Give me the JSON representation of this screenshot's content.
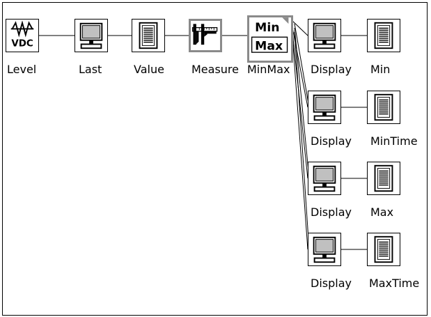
{
  "blocks": {
    "level": {
      "label": "Level",
      "icon": "waveform-vdc-icon",
      "text": "VDC"
    },
    "last": {
      "label": "Last",
      "icon": "monitor-icon"
    },
    "value": {
      "label": "Value",
      "icon": "document-list-icon"
    },
    "measure": {
      "label": "Measure",
      "icon": "caliper-icon"
    },
    "minmax": {
      "label": "MinMax",
      "icon": "minmax-icon",
      "line1": "Min",
      "line2": "Max"
    },
    "display_min": {
      "label": "Display",
      "icon": "monitor-icon"
    },
    "min": {
      "label": "Min",
      "icon": "document-list-icon"
    },
    "display_mintime": {
      "label": "Display",
      "icon": "monitor-icon"
    },
    "mintime": {
      "label": "MinTime",
      "icon": "document-list-icon"
    },
    "display_max": {
      "label": "Display",
      "icon": "monitor-icon"
    },
    "max": {
      "label": "Max",
      "icon": "document-list-icon"
    },
    "display_maxtime": {
      "label": "Display",
      "icon": "monitor-icon"
    },
    "maxtime": {
      "label": "MaxTime",
      "icon": "document-list-icon"
    }
  },
  "colors": {
    "selection_border": "#8a8a8a",
    "monitor_screen": "#c0c0c0",
    "line": "#000000"
  }
}
